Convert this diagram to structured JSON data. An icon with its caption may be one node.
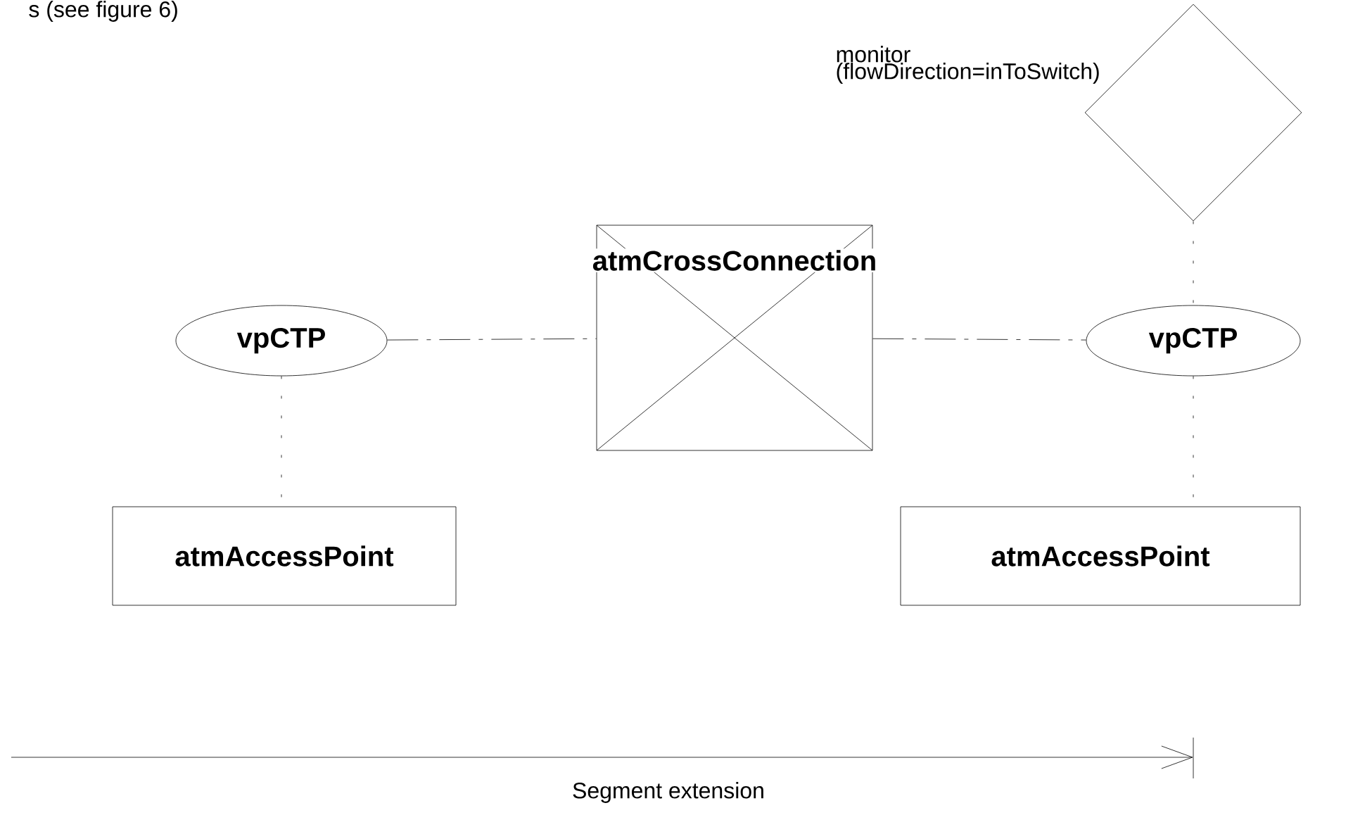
{
  "diagram": {
    "nodes": [
      {
        "text": [
          "vpCTP"
        ]
      },
      {
        "text": [
          "atmCrossConnection"
        ]
      },
      {
        "text": [
          "vpCTP"
        ]
      },
      {
        "text": [
          "monitor (flowDirection=inToSwitch)"
        ]
      },
      {
        "text": [
          "atmAccessPoint"
        ]
      },
      {
        "text": [
          "atmAccessPoint"
        ]
      }
    ],
    "edges": [
      {
        "from": 0,
        "to": 1,
        "arrow": "none",
        "style": "dashed"
      },
      {
        "from": 1,
        "to": 2,
        "arrow": "none",
        "style": "dashed"
      },
      {
        "from": 3,
        "to": 2,
        "arrow": "none"
      },
      {
        "from": 0,
        "to": 4,
        "arrow": "none"
      },
      {
        "from": 2,
        "to": 5,
        "arrow": "none"
      }
    ],
    "labels": [
      "s (see figure 6)",
      "Segment extension"
    ]
  }
}
